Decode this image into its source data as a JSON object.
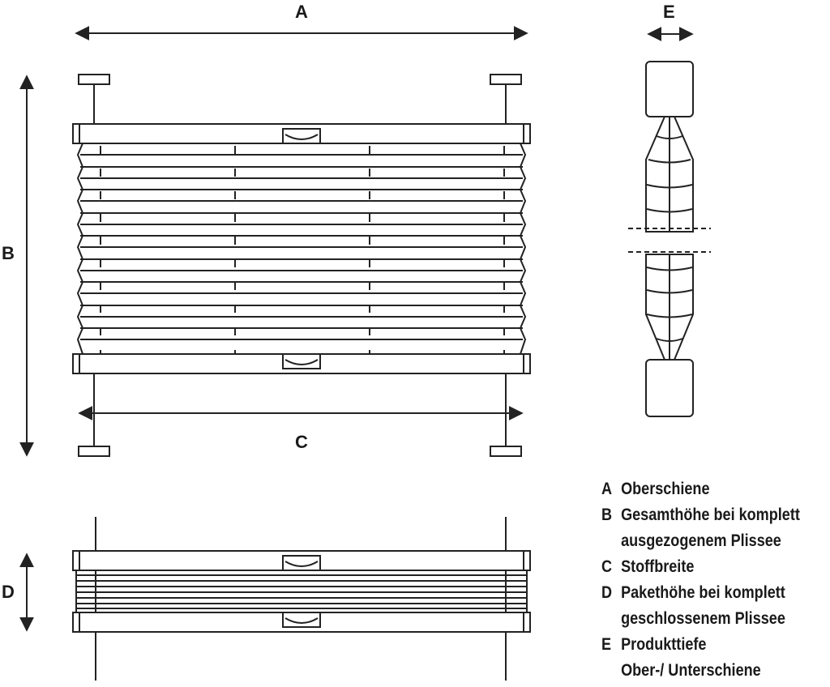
{
  "dimension_labels": {
    "a": "A",
    "b": "B",
    "c": "C",
    "d": "D",
    "e": "E"
  },
  "legend": [
    {
      "key": "A",
      "lines": [
        "Oberschiene"
      ]
    },
    {
      "key": "B",
      "lines": [
        "Gesamthöhe bei komplett",
        "ausgezogenem Plissee"
      ]
    },
    {
      "key": "C",
      "lines": [
        "Stoffbreite"
      ]
    },
    {
      "key": "D",
      "lines": [
        "Pakethöhe bei komplett",
        "geschlossenem Plissee"
      ]
    },
    {
      "key": "E",
      "lines": [
        "Produkttiefe",
        "Ober-/ Unterschiene"
      ]
    }
  ],
  "colors": {
    "line": "#222222",
    "fill": "#ffffff"
  }
}
